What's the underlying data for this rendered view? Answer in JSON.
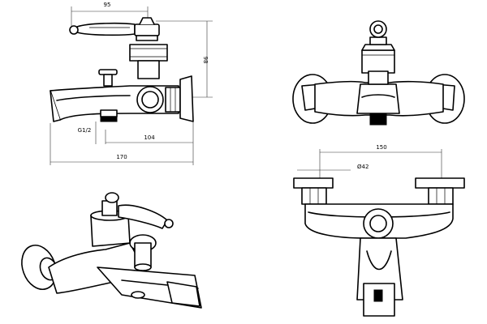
{
  "dimensions": {
    "top_width": "95",
    "height": "98",
    "thread": "G1/2",
    "offset": "104",
    "overall_length": "170",
    "spacing": "150",
    "diameter": "Ø42"
  }
}
